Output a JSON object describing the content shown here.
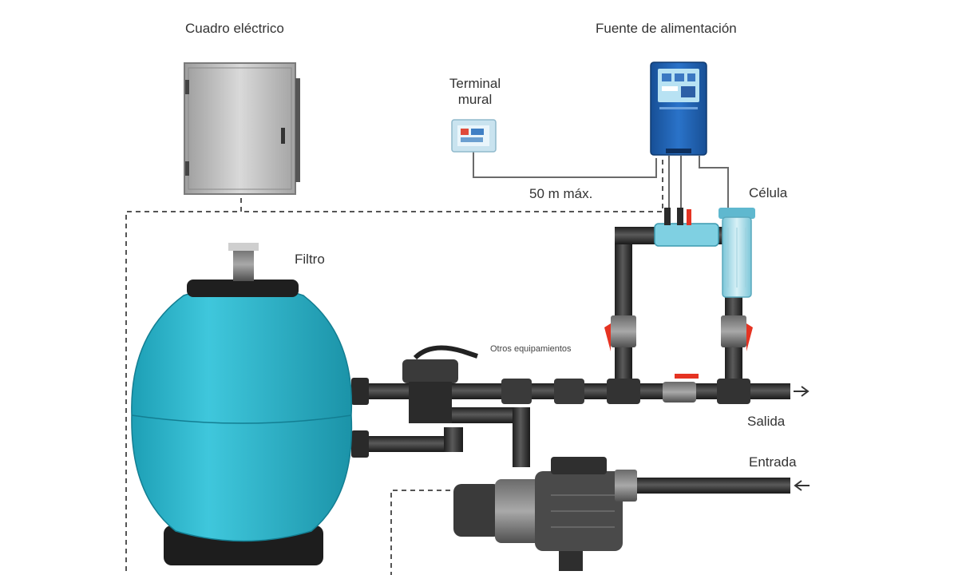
{
  "labels": {
    "cuadro": "Cuadro eléctrico",
    "fuente": "Fuente de alimentación",
    "terminal_line1": "Terminal",
    "terminal_line2": "mural",
    "distancia": "50 m máx.",
    "celula": "Célula",
    "filtro": "Filtro",
    "otros": "Otros equipamientos",
    "salida": "Salida",
    "entrada": "Entrada"
  },
  "colors": {
    "filter_body": "#27b3c9",
    "pipe": "#2f2f2f",
    "power_supply": "#1f5fb0",
    "cell_tube": "#9ad7e6",
    "valve_handle": "#e53322",
    "cabinet": "#a8a8a8",
    "wire_dashed": "#555555"
  },
  "icons": {
    "cabinet": "electrical-cabinet-icon",
    "power": "power-supply-icon",
    "terminal": "wall-terminal-icon",
    "filter": "sand-filter-icon",
    "pump": "pump-icon",
    "cell": "chlorinator-cell-icon",
    "valve": "valve-icon"
  }
}
